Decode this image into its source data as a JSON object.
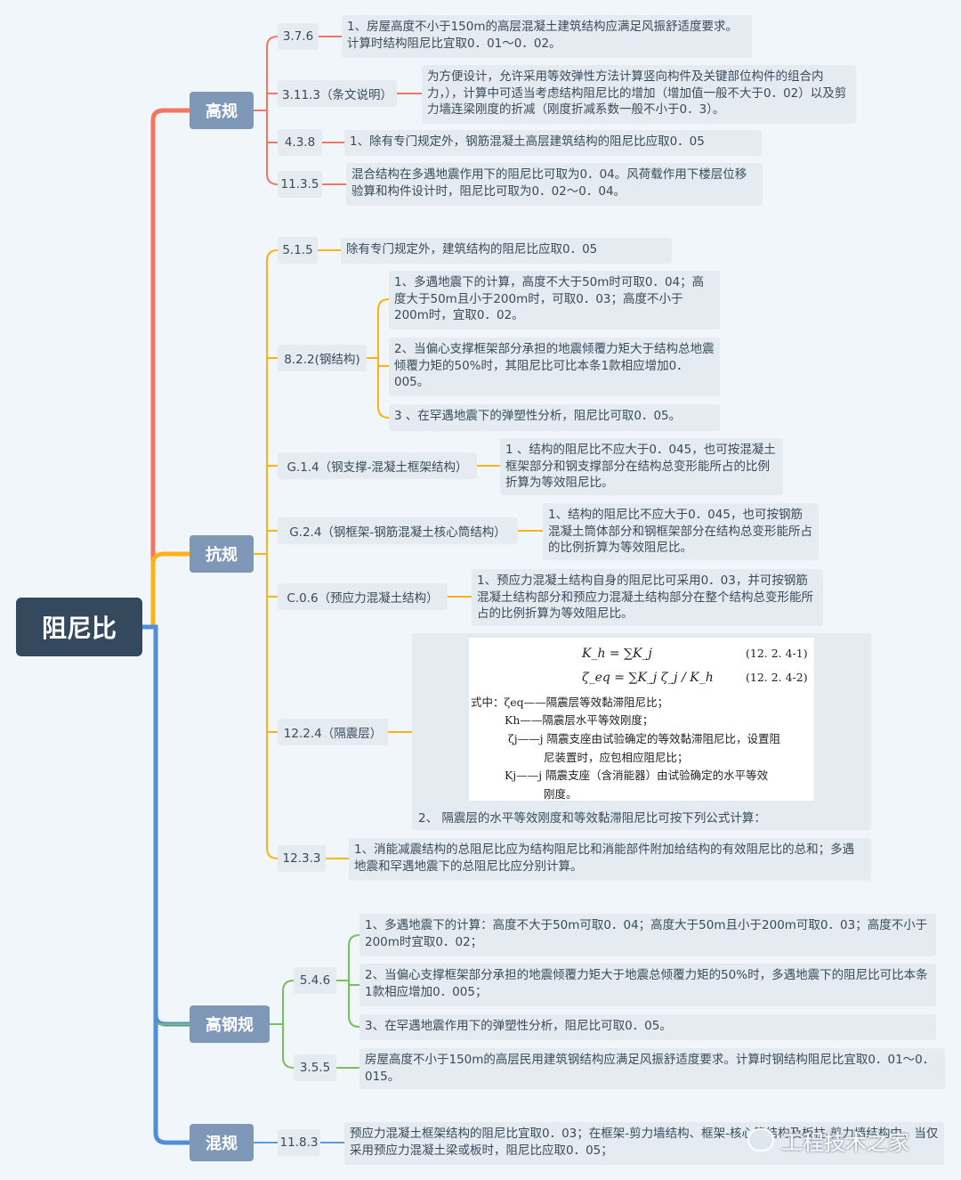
{
  "root": {
    "label": "阻尼比"
  },
  "colors": {
    "gaogui": "#f47560",
    "kanggui": "#fbb214",
    "gaogang": "#78c05a",
    "hungui": "#5b9bd9",
    "trunk_blue": "#4f8fd8"
  },
  "branches": {
    "gaogui": {
      "label": "高规",
      "items": [
        {
          "code": "3.7.6",
          "text": "1、房屋高度不小于150m的高层混凝土建筑结构应满足风振舒适度要求。计算时结构阻尼比宜取0．01～0．02。"
        },
        {
          "code": "3.11.3（条文说明）",
          "text": "为方便设计，允许采用等效弹性方法计算竖向构件及关键部位构件的组合内力，），计算中可适当考虑结构阻尼比的增加（增加值一般不大于0．02）以及剪力墙连梁刚度的折减（刚度折减系数一般不小于0．3）。"
        },
        {
          "code": "4.3.8",
          "text": "1、除有专门规定外，钢筋混凝土高层建筑结构的阻尼比应取0．05"
        },
        {
          "code": "11.3.5",
          "text": "混合结构在多遇地震作用下的阻尼比可取为0．04。风荷载作用下楼层位移验算和构件设计时，阻尼比可取为0．02～0．04。"
        }
      ]
    },
    "kanggui": {
      "label": "抗规",
      "items": [
        {
          "code": "5.1.5",
          "text": "除有专门规定外，建筑结构的阻尼比应取0．05"
        },
        {
          "code": "8.2.2(钢结构)",
          "subs": [
            "1、多遇地震下的计算，高度不大于50m时可取0．04；高度大于50m且小于200m时，可取0．03；高度不小于200m时，宜取0．02。",
            "2、当偏心支撑框架部分承担的地震倾覆力矩大于结构总地震倾覆力矩的50%时，其阻尼比可比本条1款相应增加0．005。",
            "3 、在罕遇地震下的弹塑性分析，阻尼比可取0．05。"
          ]
        },
        {
          "code": "G.1.4（钢支撑-混凝土框架结构）",
          "text": "1 、结构的阻尼比不应大于0．045，也可按混凝土框架部分和钢支撑部分在结构总变形能所占的比例折算为等效阻尼比。"
        },
        {
          "code": "G.2.4（钢框架-钢筋混凝土核心筒结构）",
          "text": "1、结构的阻尼比不应大于0．045，也可按钢筋混凝土筒体部分和钢框架部分在结构总变形能所占的比例折算为等效阻尼比。"
        },
        {
          "code": "C.0.6（预应力混凝土结构）",
          "text": "1、预应力混凝土结构自身的阻尼比可采用0．03，并可按钢筋混凝土结构部分和预应力混凝土结构部分在整个结构总变形能所占的比例折算为等效阻尼比。"
        },
        {
          "code": "12.2.4（隔震层）",
          "text": "2、 隔震层的水平等效刚度和等效黏滞阻尼比可按下列公式计算：",
          "formula": {
            "eq1": "K_h = ∑K_j",
            "eq1_no": "(12. 2. 4-1)",
            "eq2": "ζ_eq = ∑K_j ζ_j / K_h",
            "eq2_no": "(12. 2. 4-2)",
            "defs": [
              "式中：ζeq——隔震层等效黏滞阻尼比；",
              "Kh——隔震层水平等效刚度；",
              "ζj——j 隔震支座由试验确定的等效黏滞阻尼比，设置阻",
              "尼装置时，应包相应阻尼比；",
              "Kj——j 隔震支座（含消能器）由试验确定的水平等效",
              "刚度。"
            ]
          }
        },
        {
          "code": "12.3.3",
          "text": "1、消能减震结构的总阻尼比应为结构阻尼比和消能部件附加给结构的有效阻尼比的总和；多遇地震和罕遇地震下的总阻尼比应分别计算。"
        }
      ]
    },
    "gaogang": {
      "label": "高钢规",
      "items": [
        {
          "code": "5.4.6",
          "subs": [
            "1、多遇地震下的计算：高度不大于50m可取0．04；高度大于50m且小于200m可取0．03；高度不小于200m时宜取0．02；",
            "2、当偏心支撑框架部分承担的地震倾覆力矩大于地震总倾覆力矩的50%时，多遇地震下的阻尼比可比本条1款相应增加0．005；",
            "3、在罕遇地震作用下的弹塑性分析，阻尼比可取0．05。"
          ]
        },
        {
          "code": "3.5.5",
          "text": "房屋高度不小于150m的高层民用建筑钢结构应满足风振舒适度要求。计算时钢结构阻尼比宜取0．01～0．015。"
        }
      ]
    },
    "hungui": {
      "label": "混规",
      "items": [
        {
          "code": "11.8.3",
          "text": "预应力混凝土框架结构的阻尼比宜取0．03；在框架-剪力墙结构、框架-核心筒结构及板柱-剪力墙结构中，当仅采用预应力混凝土梁或板时，阻尼比应取0．05；"
        }
      ]
    }
  },
  "watermark": {
    "text": "工程技术之家",
    "icon": "wechat-icon"
  }
}
